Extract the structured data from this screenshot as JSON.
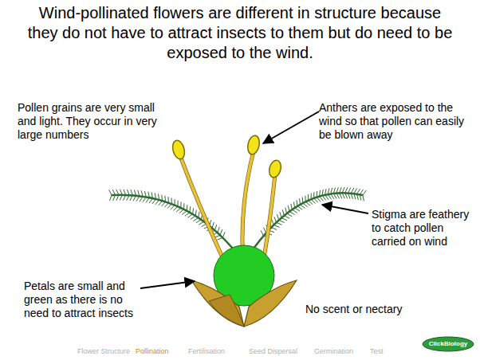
{
  "diagram": {
    "title": "Wind-pollinated flowers are different in structure because they do not have to attract insects to them but do need to be exposed to the wind.",
    "labels": [
      "Pollen grains are very small and light. They occur in very large numbers",
      "Anthers are exposed to the wind so that pollen can easily be blown away",
      "Stigma are feathery to catch pollen carried on wind",
      "Petals are small and green as there is no need to attract insects",
      "No scent or nectary",
      "Flower Structure",
      "Pollination",
      "Fertilisation",
      "Seed Dispersal",
      "Germination",
      "Test",
      "ClickBiology"
    ]
  }
}
